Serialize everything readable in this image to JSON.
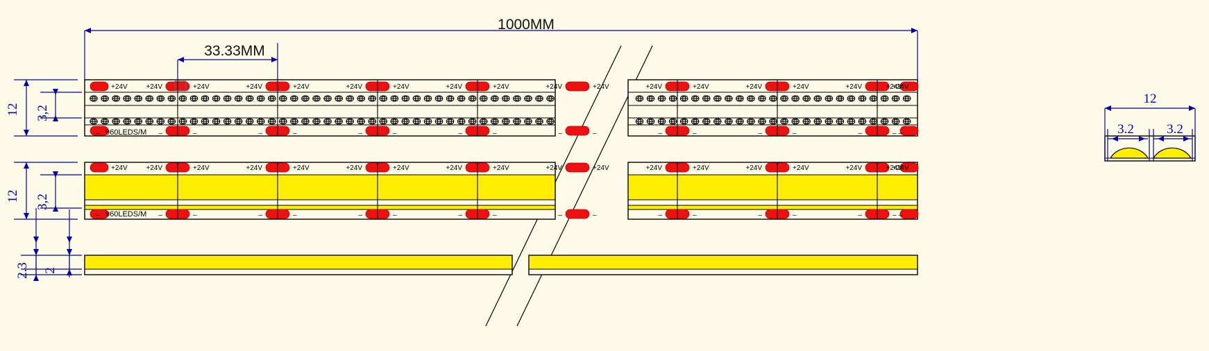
{
  "drawing": {
    "title": "LED strip technical drawing",
    "units": "MM"
  },
  "dimensions": {
    "total_length": "1000MM",
    "led_pitch": "33.33MM",
    "strip1_width": "12",
    "strip1_inner": "3,2",
    "strip2_width": "12",
    "strip2_inner": "3,2",
    "strip3_height": "2.3",
    "strip3_inner": "2",
    "section_width": "12",
    "section_left": "3.2",
    "section_right": "3.2"
  },
  "labels": {
    "plus24v": "+24V",
    "minus": "–",
    "density": "960LEDS/M"
  },
  "colors": {
    "background": "#fdfbe8",
    "dimension": "#0000b4",
    "pad": "#ee1111",
    "glow": "#ffee00",
    "outline": "#000000"
  },
  "strips": [
    {
      "name": "strip-unlit-detail",
      "density": "960LEDS/M",
      "supply": "+24V"
    },
    {
      "name": "strip-lit-top",
      "density": "960LEDS/M",
      "supply": "+24V"
    },
    {
      "name": "strip-side-profile",
      "density": "",
      "supply": ""
    }
  ],
  "section_view": {
    "name": "cross-section",
    "width": "12",
    "dome_left": "3.2",
    "dome_right": "3.2"
  }
}
